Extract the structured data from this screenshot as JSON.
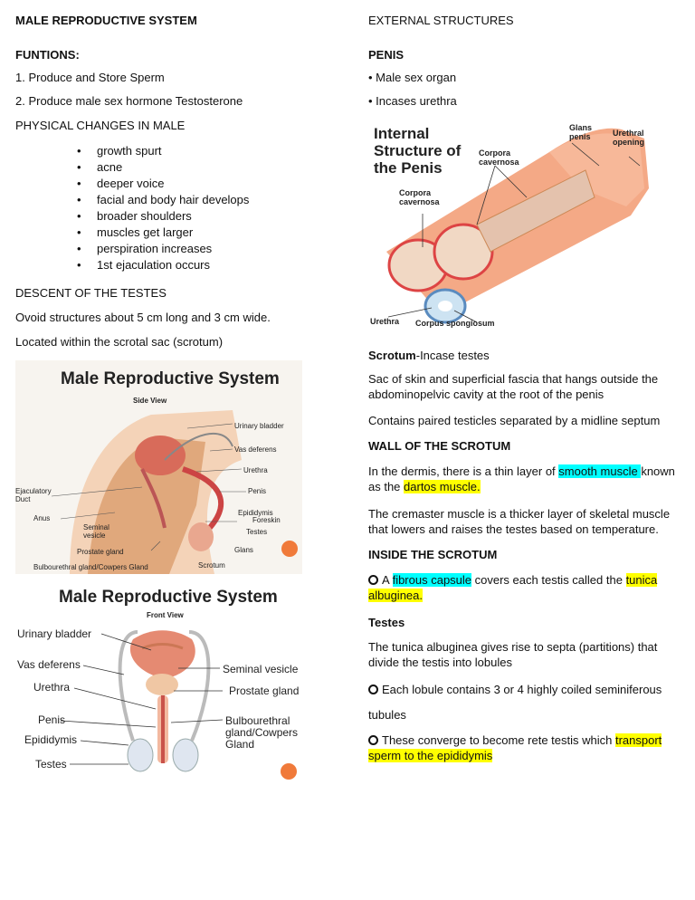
{
  "left": {
    "title": "MALE REPRODUCTIVE SYSTEM",
    "functions_heading": "FUNTIONS:",
    "function_1": "1. Produce and Store Sperm",
    "function_2": "2. Produce male sex hormone Testosterone",
    "physical_heading": "PHYSICAL CHANGES IN MALE",
    "changes": [
      "growth spurt",
      "acne",
      "deeper voice",
      "facial and body  hair develops",
      "broader shoulders",
      "muscles get larger",
      "perspiration  increases",
      "1st ejaculation occurs"
    ],
    "descent_heading": "DESCENT OF THE TESTES",
    "descent_1": "Ovoid structures about 5 cm long and 3 cm wide.",
    "descent_2": "Located within the scrotal sac  (scrotum)"
  },
  "fig_side": {
    "title": "Male Reproductive System",
    "subtitle": "Side View",
    "labels": [
      "Urinary bladder",
      "Vas deferens",
      "Urethra",
      "Ejaculatory Duct",
      "Penis",
      "Anus",
      "Seminal vesicle",
      "Epididymis",
      "Foreskin",
      "Testes",
      "Prostate gland",
      "Glans",
      "Bulbourethral gland/Cowpers Gland",
      "Scrotum"
    ]
  },
  "fig_front": {
    "title": "Male Reproductive System",
    "subtitle": "Front View",
    "labels": [
      "Urinary bladder",
      "Vas deferens",
      "Seminal vesicle",
      "Urethra",
      "Prostate gland",
      "Penis",
      "Bulbourethral gland/Cowpers Gland",
      "Epididymis",
      "Testes"
    ]
  },
  "right": {
    "external_heading": "EXTERNAL STRUCTURES",
    "penis_heading": "PENIS",
    "penis_1": "• Male sex organ",
    "penis_2": "• Incases urethra",
    "scrotum_bold": "Scrotum",
    "scrotum_rest": "-Incase testes",
    "scrotum_desc": "Sac of skin and superficial fascia that hangs outside the abdominopelvic cavity  at the root of the penis",
    "scrotum_desc2": "Contains paired testicles separated by a midline septum",
    "wall_heading": "WALL OF THE SCROTUM",
    "wall_1a": "In the dermis, there is a thin layer of ",
    "wall_1b": "smooth muscle ",
    "wall_1c": "known as the ",
    "wall_1d": "dartos muscle.",
    "wall_2": "The cremaster muscle is a thicker layer of skeletal muscle that lowers and raises the testes based on temperature.",
    "inside_heading": "INSIDE THE SCROTUM",
    "inside_1a": "A ",
    "inside_1b": "fibrous capsule",
    "inside_1c": " covers each testis called the ",
    "inside_1d": "tunica albuginea.",
    "testes_heading": "Testes",
    "testes_1": "The tunica albuginea gives rise to septa (partitions) that divide the testis into lobules",
    "testes_2": "Each lobule contains 3 or 4 highly coiled seminiferous",
    "testes_2b": "tubules",
    "testes_3a": "These converge to become rete testis which ",
    "testes_3b": "transport sperm to the epididymis"
  },
  "fig_penis": {
    "title": "Internal Structure of the Penis",
    "labels": [
      "Glans penis",
      "Urethral opening",
      "Corpora cavernosa",
      "Corpora cavernosa",
      "Urethra",
      "Corpus spongiosum"
    ]
  }
}
